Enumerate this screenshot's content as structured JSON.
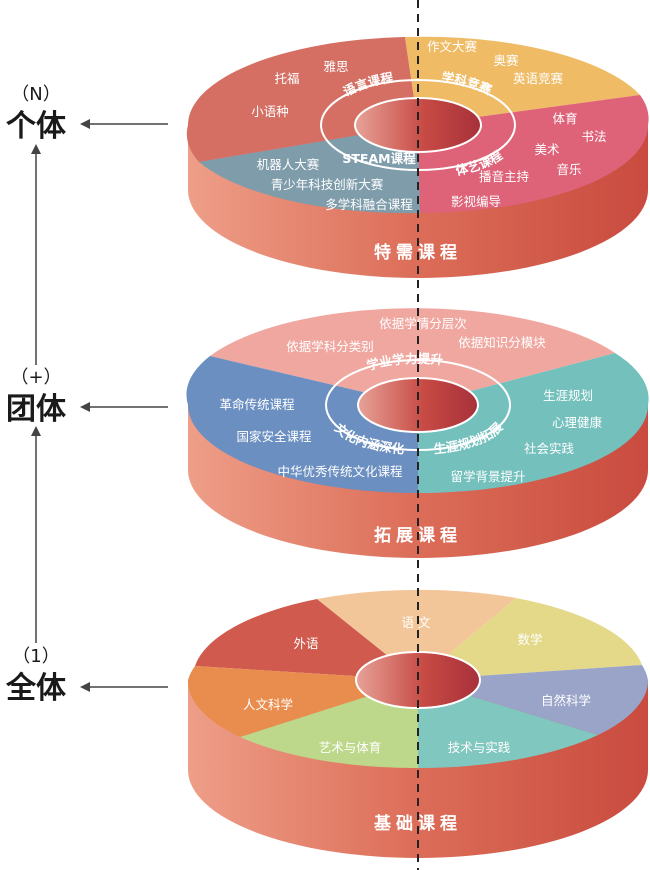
{
  "levels": [
    {
      "mark": "（N）",
      "label": "个体"
    },
    {
      "mark": "（+）",
      "label": "团体"
    },
    {
      "mark": "（1）",
      "label": "全体"
    }
  ],
  "tiers": {
    "top": {
      "base_label": "特需课程",
      "ring_labels": [
        "语言课程",
        "学科竞赛",
        "体艺课程",
        "STEAM课程"
      ],
      "segments": {
        "language": [
          "托福",
          "雅思",
          "小语种"
        ],
        "competition": [
          "作文大赛",
          "奥赛",
          "英语竞赛"
        ],
        "arts": [
          "体育",
          "书法",
          "美术",
          "音乐",
          "播音主持",
          "影视编导"
        ],
        "steam": [
          "机器人大赛",
          "青少年科技创新大赛",
          "多学科融合课程"
        ]
      }
    },
    "middle": {
      "base_label": "拓展课程",
      "ring_labels": [
        "学业学力提升",
        "文化内涵深化",
        "生涯规划拓展"
      ],
      "segments": {
        "academic": [
          "依据学情分层次",
          "依据学科分类别",
          "依据知识分模块"
        ],
        "culture": [
          "革命传统课程",
          "国家安全课程",
          "中华优秀传统文化课程"
        ],
        "career": [
          "生涯规划",
          "心理健康",
          "社会实践",
          "留学背景提升"
        ]
      }
    },
    "bottom": {
      "base_label": "基础课程",
      "segments": [
        "外语",
        "语 文",
        "数学",
        "自然科学",
        "技术与实践",
        "艺术与体育",
        "人文科学"
      ]
    }
  },
  "colors": {
    "side": "#d9705c",
    "arrow": "#444444",
    "top_language": "#d56f64",
    "top_competition": "#efbb65",
    "top_arts": "#de6278",
    "top_steam": "#7f9cab",
    "mid_academic": "#f0a7a0",
    "mid_culture": "#6b8fc0",
    "mid_career": "#73c0bd",
    "bot_foreign": "#cf5a4d",
    "bot_chinese": "#f3c69a",
    "bot_math": "#e4d889",
    "bot_science": "#9aa4c8",
    "bot_tech": "#80c7bf",
    "bot_arts": "#bdd88b",
    "bot_humanities": "#e98d4f"
  }
}
